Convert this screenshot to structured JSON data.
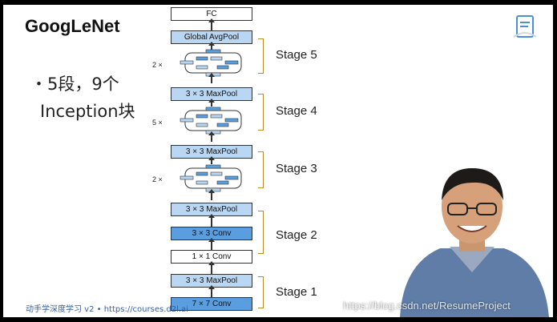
{
  "slide": {
    "title": "GoogLeNet",
    "bullet_1": "・5段，9个",
    "bullet_2": "Inception块"
  },
  "diagram": {
    "fc": "FC",
    "global_avgpool": "Global AvgPool",
    "maxpool_s4": "3 × 3 MaxPool",
    "maxpool_s3": "3 × 3 MaxPool",
    "maxpool_s2": "3 × 3 MaxPool",
    "conv3x3": "3 × 3 Conv",
    "conv1x1": "1 × 1 Conv",
    "maxpool_s1": "3 × 3 MaxPool",
    "conv7x7": "7 × 7 Conv",
    "mult_stage5": "2 ×",
    "mult_stage4": "5 ×",
    "mult_stage3": "2 ×",
    "stages": [
      "Stage 5",
      "Stage 4",
      "Stage 3",
      "Stage 2",
      "Stage 1"
    ]
  },
  "footer": {
    "course": "动手学深度学习 v2 • https://courses.d2l.ai",
    "watermark": "https://blog.csdn.net/ResumeProject"
  },
  "colors": {
    "light_block": "#b9d6f2",
    "dark_block": "#5a9ee0",
    "brace": "#b48a2a",
    "footer_link": "#3a5fa0"
  }
}
